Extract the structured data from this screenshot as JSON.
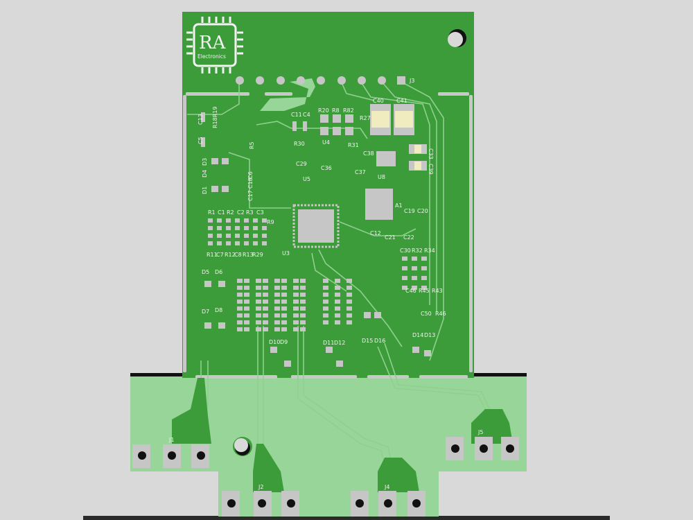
{
  "board": {
    "colors": {
      "background": "#d9d9d9",
      "soldermask": "#3d9c3a",
      "copper_pour": "#98d598",
      "pad": "#c6c6c6",
      "silkscreen": "#f2f2f2"
    },
    "logo": {
      "initials": "RA",
      "subtitle": "Electronics"
    },
    "main_ic": "U3",
    "labels": {
      "J3": "J3",
      "C40": "C40",
      "C41": "C41",
      "R20": "R20",
      "R8": "R8",
      "R82": "R82",
      "R27": "R27",
      "C11": "C11",
      "C4": "C4",
      "C13": "C13",
      "R18R19": "R18R19",
      "C5": "C5",
      "R30": "R30",
      "U4": "U4",
      "R31": "R31",
      "C38": "C38",
      "C37": "C37",
      "C33": "C33",
      "C39": "C39",
      "C29": "C29",
      "C36": "C36",
      "U5": "U5",
      "U8": "U8",
      "A1": "A1",
      "C19": "C19",
      "C20": "C20",
      "R1": "R1",
      "C1": "C1",
      "R2": "R2",
      "C2": "C2",
      "R3": "R3",
      "C3": "C3",
      "R9": "R9",
      "U3": "U3",
      "C12": "C12",
      "C21": "C21",
      "C22": "C22",
      "R11": "R11",
      "C7": "C7",
      "R12": "R12",
      "C8": "C8",
      "R13": "R13",
      "R29": "R29",
      "C30": "C30",
      "R32": "R32",
      "R34": "R34",
      "D5": "D5",
      "D6": "D6",
      "D7": "D7",
      "D8": "D8",
      "C46": "C46",
      "R45": "R45",
      "R43": "R43",
      "C50": "C50",
      "R46": "R46",
      "D14": "D14",
      "D13": "D13",
      "D15": "D15",
      "D16": "D16",
      "D10": "D10",
      "D9": "D9",
      "D11": "D11",
      "D12": "D12",
      "D3": "D3",
      "D4": "D4",
      "D1": "D1",
      "C17": "C17",
      "C18": "C18",
      "C6": "C6",
      "R5": "R5",
      "J1": "J1",
      "J2": "J2",
      "J4": "J4",
      "J5": "J5"
    }
  }
}
